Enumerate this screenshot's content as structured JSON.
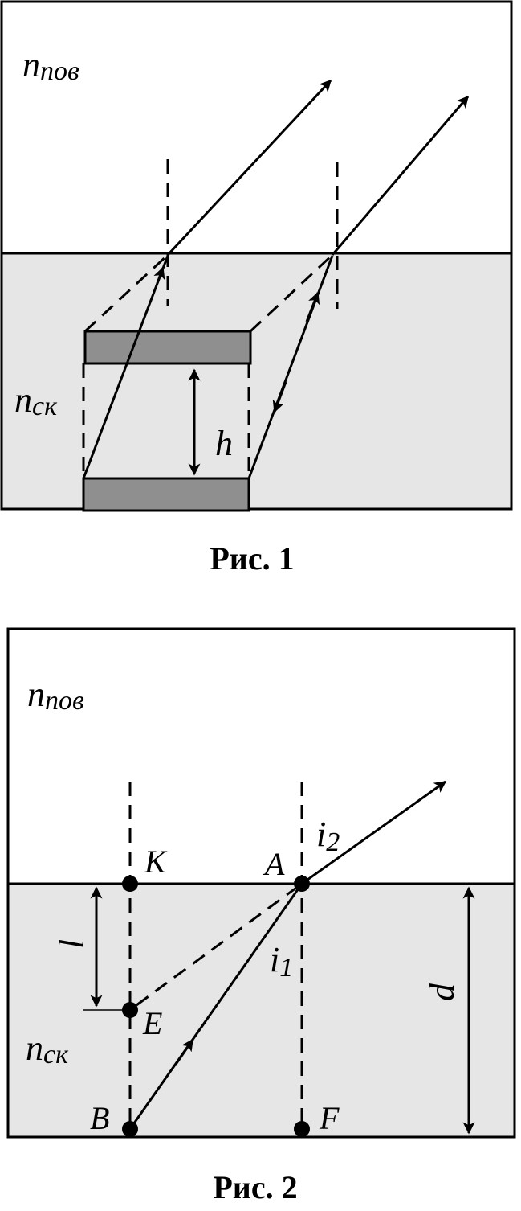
{
  "figure1": {
    "n_upper_main": "n",
    "n_upper_sub": "пов",
    "n_lower_main": "n",
    "n_lower_sub": "ск",
    "h_label": "h",
    "caption": "Рис. 1"
  },
  "figure2": {
    "n_upper_main": "n",
    "n_upper_sub": "пов",
    "n_lower_main": "n",
    "n_lower_sub": "ск",
    "point_K": "K",
    "point_A": "A",
    "point_E": "E",
    "point_B": "B",
    "point_F": "F",
    "l_label": "l",
    "d_label": "d",
    "i1_main": "i",
    "i1_sub": "1",
    "i2_main": "i",
    "i2_sub": "2",
    "caption": "Рис. 2"
  }
}
